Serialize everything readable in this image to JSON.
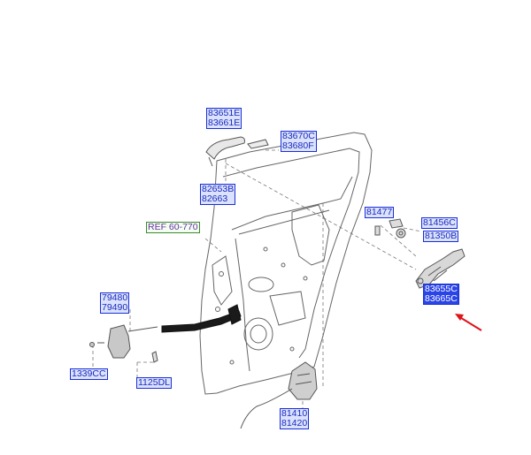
{
  "diagram": {
    "callouts": [
      {
        "id": "handle",
        "lines": [
          "83651E",
          "83661E"
        ]
      },
      {
        "id": "cover",
        "lines": [
          "83670C",
          "83680F"
        ]
      },
      {
        "id": "handle-bracket",
        "lines": [
          "82653B",
          "82663"
        ]
      },
      {
        "id": "ref",
        "lines": [
          "REF 60-770"
        ]
      },
      {
        "id": "sensor",
        "lines": [
          "81477"
        ]
      },
      {
        "id": "bolt",
        "lines": [
          "81456C"
        ]
      },
      {
        "id": "striker",
        "lines": [
          "81350B"
        ]
      },
      {
        "id": "inner-handle",
        "lines": [
          "83655C",
          "83665C"
        ]
      },
      {
        "id": "checker",
        "lines": [
          "79480",
          "79490"
        ]
      },
      {
        "id": "screw",
        "lines": [
          "1339CC"
        ]
      },
      {
        "id": "bolt-lower",
        "lines": [
          "1125DL"
        ]
      },
      {
        "id": "latch",
        "lines": [
          "81410",
          "81420"
        ]
      }
    ],
    "selected_callout": "inner-handle",
    "colors": {
      "callout_border": "#1a2fd6",
      "callout_fill": "#dbe2ff",
      "callout_text": "#1b2bb8",
      "selected_fill": "#2b44e6",
      "arrow": "#e0121b",
      "line_art": "#555555"
    }
  }
}
